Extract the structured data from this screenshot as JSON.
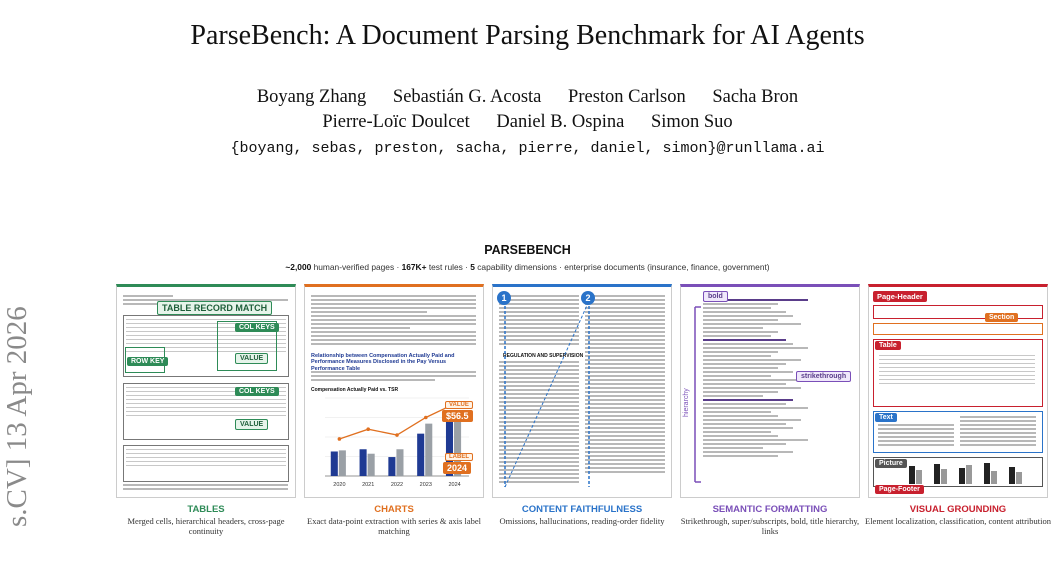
{
  "paper": {
    "title": "ParseBench: A Document Parsing Benchmark for AI Agents",
    "authors_line1": [
      "Boyang Zhang",
      "Sebastián G. Acosta",
      "Preston Carlson",
      "Sacha Bron"
    ],
    "authors_line2": [
      "Pierre-Loïc Doulcet",
      "Daniel B. Ospina",
      "Simon Suo"
    ],
    "emails": "{boyang, sebas, preston, sacha, pierre, daniel, simon}@runllama.ai",
    "arxiv_stamp": "s.CV] 13 Apr 2026"
  },
  "figure": {
    "title": "PARSEBENCH",
    "subtitle_parts": [
      {
        "bold": "~2,000",
        "text": " human-verified pages · "
      },
      {
        "bold": "167K+",
        "text": " test rules · "
      },
      {
        "bold": "5",
        "text": " capability dimensions · enterprise documents (insurance, finance, government)"
      }
    ],
    "panels": [
      {
        "title": "TABLES",
        "desc": "Merged cells, hierarchical headers, cross-page continuity",
        "color": "#2e8b57",
        "badges": [
          "TABLE RECORD MATCH",
          "COL KEYS",
          "VALUE",
          "ROW KEY",
          "COL KEYS",
          "VALUE"
        ]
      },
      {
        "title": "CHARTS",
        "desc": "Exact data-point extraction with series & axis label matching",
        "color": "#e07020",
        "heading": "Relationship between Compensation Actually Paid and Performance Measures Disclosed in the Pay Versus Performance Table",
        "chart_title": "Compensation Actually Paid vs. TSR",
        "badges": [
          "VALUE",
          "$56.5",
          "LABEL",
          "2024"
        ]
      },
      {
        "title": "CONTENT FAITHFULNESS",
        "desc": "Omissions, hallucinations, reading-order fidelity",
        "color": "#2a73c9",
        "badges": [
          "1",
          "2"
        ],
        "section_heading": "REGULATION AND SUPERVISION"
      },
      {
        "title": "SEMANTIC FORMATTING",
        "desc": "Strikethrough, super/subscripts, bold, title hierarchy, links",
        "color": "#7a4fb8",
        "badges": [
          "bold",
          "strikethrough",
          "hierarchy"
        ]
      },
      {
        "title": "VISUAL GROUNDING",
        "desc": "Element localization, classification, content attribution",
        "color": "#c8202e",
        "badges": [
          "Page-Header",
          "Section",
          "Table",
          "Text",
          "Picture",
          "Page-Footer"
        ]
      }
    ]
  },
  "chart_data": {
    "type": "bar",
    "title": "Compensation Actually Paid vs. TSR",
    "categories": [
      "2020",
      "2021",
      "2022",
      "2023",
      "2024"
    ],
    "series": [
      {
        "values": [
          22,
          24,
          17,
          38,
          50
        ]
      },
      {
        "values": [
          23,
          20,
          24,
          47,
          56.5
        ]
      }
    ],
    "line_series": [
      {
        "values": [
          95,
          120,
          105,
          150,
          185
        ]
      }
    ],
    "ylim": [
      0,
      70
    ],
    "y2lim": [
      0,
      200
    ],
    "colors": [
      "#1f3a93",
      "#9aa0a6",
      "#e07020"
    ]
  }
}
